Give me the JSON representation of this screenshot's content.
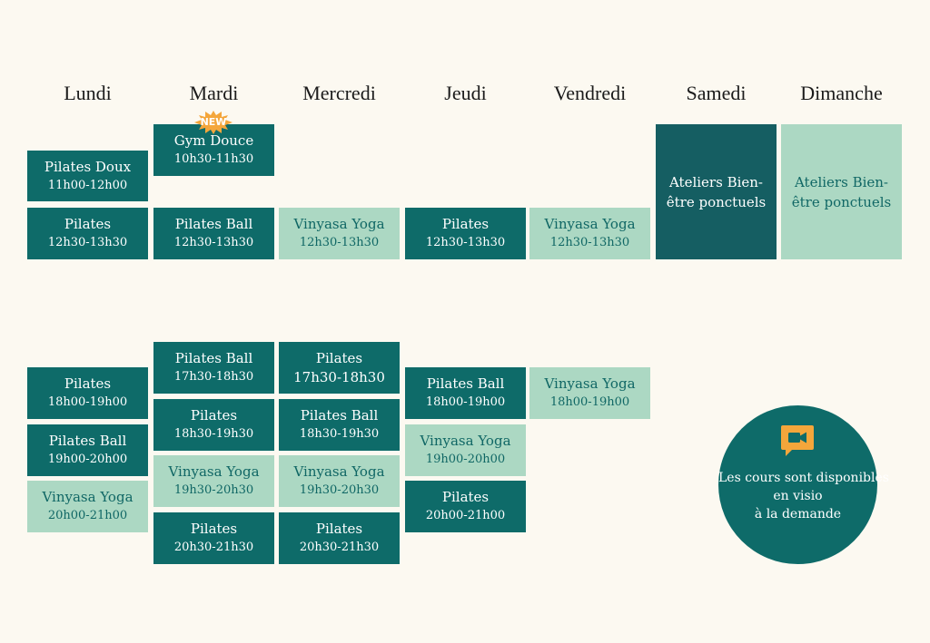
{
  "days": [
    "Lundi",
    "Mardi",
    "Mercredi",
    "Jeudi",
    "Vendredi",
    "Samedi",
    "Dimanche"
  ],
  "badge": "NEW",
  "classes": [
    {
      "title": "Pilates Doux",
      "time": "11h00-12h00"
    },
    {
      "title": "Pilates",
      "time": "12h30-13h30"
    },
    {
      "title": "Gym Douce",
      "time": "10h30-11h30"
    },
    {
      "title": "Pilates Ball",
      "time": "12h30-13h30"
    },
    {
      "title": "Vinyasa Yoga",
      "time": "12h30-13h30"
    },
    {
      "title": "Pilates",
      "time": "12h30-13h30"
    },
    {
      "title": "Vinyasa Yoga",
      "time": "12h30-13h30"
    },
    {
      "title": "Ateliers Bien-être ponctuels",
      "time": ""
    },
    {
      "title": "Ateliers Bien-être ponctuels",
      "time": ""
    },
    {
      "title": "Pilates",
      "time": "18h00-19h00"
    },
    {
      "title": "Pilates Ball",
      "time": "19h00-20h00"
    },
    {
      "title": "Vinyasa Yoga",
      "time": "20h00-21h00"
    },
    {
      "title": "Pilates Ball",
      "time": "17h30-18h30"
    },
    {
      "title": "Pilates",
      "time": "18h30-19h30"
    },
    {
      "title": "Vinyasa Yoga",
      "time": "19h30-20h30"
    },
    {
      "title": "Pilates",
      "time": "20h30-21h30"
    },
    {
      "title": "Pilates",
      "time": "17h30-18h30"
    },
    {
      "title": "Pilates Ball",
      "time": "18h30-19h30"
    },
    {
      "title": "Vinyasa Yoga",
      "time": "19h30-20h30"
    },
    {
      "title": "Pilates",
      "time": "20h30-21h30"
    },
    {
      "title": "Pilates Ball",
      "time": "18h00-19h00"
    },
    {
      "title": "Vinyasa Yoga",
      "time": "19h00-20h00"
    },
    {
      "title": "Pilates",
      "time": "20h00-21h00"
    },
    {
      "title": "Vinyasa Yoga",
      "time": "18h00-19h00"
    }
  ],
  "visio": {
    "icon": "video-camera-icon",
    "line1": "Les cours sont disponibles",
    "line2": "en visio",
    "line3": "à la demande"
  },
  "colors": {
    "background": "#fcf9f1",
    "teal": "#0e6b69",
    "mint": "#acd8c3",
    "samedi": "#155e62",
    "badge": "#f4a63b",
    "camera": "#f4a63b"
  }
}
